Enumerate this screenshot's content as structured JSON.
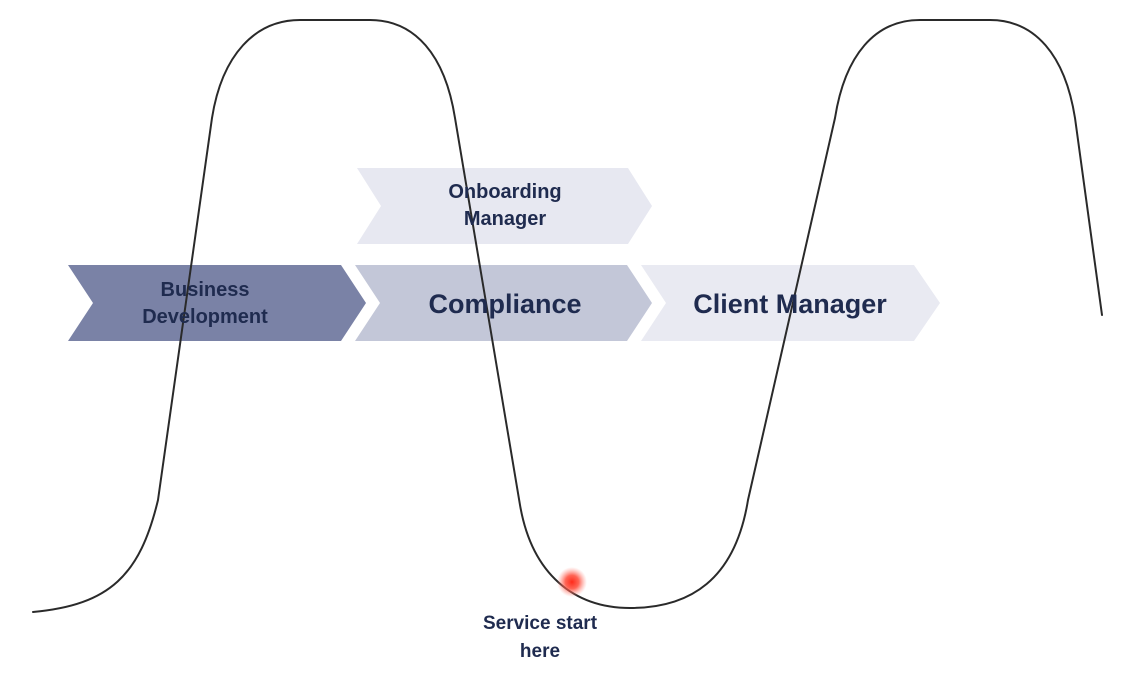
{
  "stages": {
    "business_development": {
      "line1": "Business",
      "line2": "Development"
    },
    "compliance": {
      "label": "Compliance"
    },
    "client_manager": {
      "label": "Client Manager"
    },
    "onboarding_manager": {
      "line1": "Onboarding",
      "line2": "Manager"
    }
  },
  "marker": {
    "line1": "Service start",
    "line2": "here"
  },
  "colors": {
    "business_development_fill": "#7a82a6",
    "compliance_fill": "#c3c7d8",
    "client_manager_fill": "#e9eaf2",
    "onboarding_manager_fill": "#e7e8f1",
    "text": "#1f2b4f",
    "curve": "#2a2a2a",
    "marker": "#ff3b2f"
  }
}
